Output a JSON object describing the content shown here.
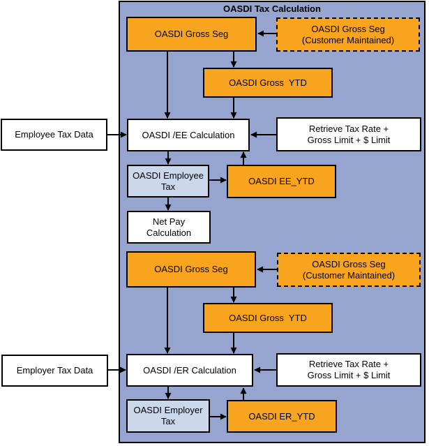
{
  "title": "OASDI Tax Calculation",
  "colors": {
    "box_orange": "#F9A41F",
    "panel_blue": "#96A5CF",
    "box_light_blue": "#CBD7EB",
    "box_white": "#FFFFFF",
    "line_black": "#000000"
  },
  "nodes": {
    "employee_tax_data": {
      "label": "Employee Tax Data"
    },
    "gross_seg_ee": {
      "label": "OASDI Gross Seg"
    },
    "gross_seg_customer_ee": {
      "line1": "OASDI Gross Seg",
      "line2": "(Customer Maintained)"
    },
    "gross_ytd_ee": {
      "label": "OASDI Gross  YTD"
    },
    "ee_calculation": {
      "label": "OASDI /EE Calculation"
    },
    "retrieve_ee": {
      "line1": "Retrieve Tax Rate +",
      "line2": "Gross Limit + $ Limit"
    },
    "employee_tax": {
      "line1": "OASDI Employee",
      "line2": "Tax"
    },
    "ee_ytd": {
      "label": "OASDI EE_YTD"
    },
    "net_pay": {
      "line1": "Net Pay",
      "line2": "Calculation"
    },
    "employer_tax_data": {
      "label": "Employer Tax Data"
    },
    "gross_seg_er": {
      "label": "OASDI Gross Seg"
    },
    "gross_seg_customer_er": {
      "line1": "OASDI Gross Seg",
      "line2": "(Customer Maintained)"
    },
    "gross_ytd_er": {
      "label": "OASDI Gross  YTD"
    },
    "er_calculation": {
      "label": "OASDI /ER Calculation"
    },
    "retrieve_er": {
      "line1": "Retrieve Tax Rate +",
      "line2": "Gross Limit + $ Limit"
    },
    "employer_tax": {
      "line1": "OASDI Employer",
      "line2": "Tax"
    },
    "er_ytd": {
      "label": "OASDI ER_YTD"
    }
  }
}
